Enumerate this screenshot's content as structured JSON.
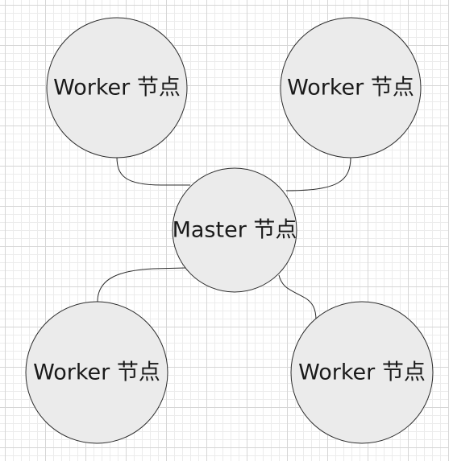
{
  "diagram": {
    "master": {
      "label": "Master 节点"
    },
    "workers": [
      {
        "label": "Worker 节点"
      },
      {
        "label": "Worker 节点"
      },
      {
        "label": "Worker 节点"
      },
      {
        "label": "Worker 节点"
      }
    ]
  },
  "colors": {
    "node_fill": "#ebebeb",
    "node_stroke": "#2b2b2b",
    "text": "#1a1a1a",
    "grid_major": "#d6d6d6",
    "grid_minor": "#ececec"
  }
}
